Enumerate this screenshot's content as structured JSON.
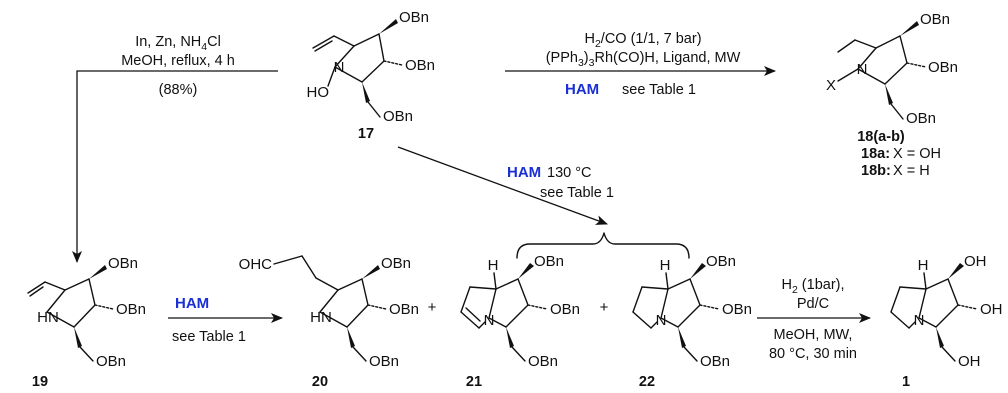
{
  "colors": {
    "ink": "#111111",
    "ham": "#1a2fd6"
  },
  "groups": {
    "obn": "OBn",
    "oh": "OH",
    "h": "H",
    "n": "N",
    "hn": "HN",
    "ho": "HO",
    "ohc": "OHC",
    "x": "X"
  },
  "compounds": {
    "c17": "17",
    "c18": "18(a-b)",
    "c18a_label": "18a:",
    "c18a_text": "X = OH",
    "c18b_label": "18b:",
    "c18b_text": "X = H",
    "c19": "19",
    "c20": "20",
    "c21": "21",
    "c22": "22",
    "c1": "1"
  },
  "plus": "+",
  "conditions": {
    "left_l1": "In, Zn, NH4Cl",
    "left_l2": "MeOH, reflux, 4 h",
    "left_l3": "(88%)",
    "top_l1": "H2/CO (1/1, 7 bar)",
    "top_l2": "(PPh3)3Rh(CO)H, Ligand, MW",
    "top_ham": "HAM",
    "top_table": "see Table 1",
    "diag_ham": "HAM",
    "diag_temp": "130 °C",
    "diag_table": "see Table 1",
    "mid_ham": "HAM",
    "mid_table": "see Table 1",
    "right_l1": "H2 (1bar),",
    "right_l2": "Pd/C",
    "right_l3": "MeOH, MW,",
    "right_l4": "80 °C, 30 min"
  }
}
